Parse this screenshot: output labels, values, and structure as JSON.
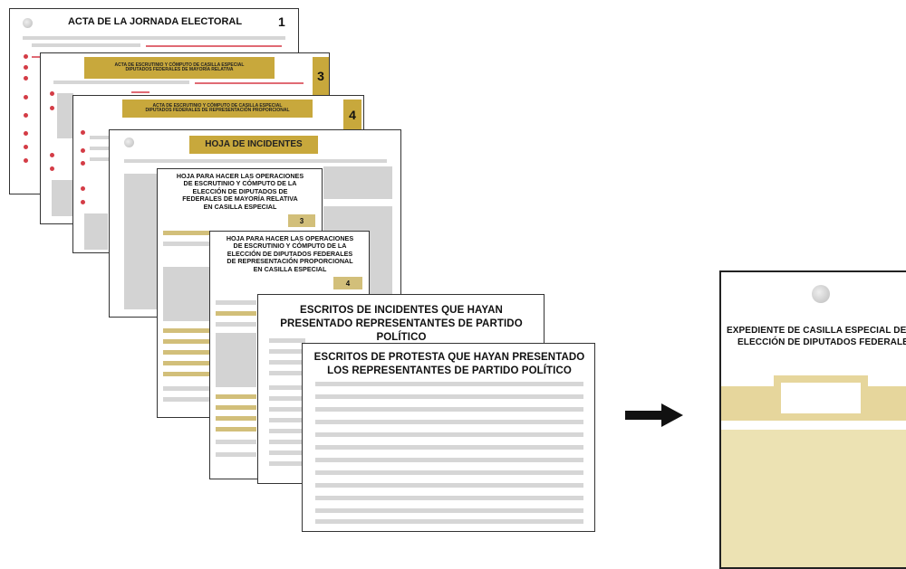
{
  "documents": {
    "acta_jornada": {
      "title": "ACTA DE LA JORNADA ELECTORAL",
      "number": "1"
    },
    "acta_mayoria": {
      "lines": [
        "ACTA DE ESCRUTINIO Y CÓMPUTO DE CASILLA ESPECIAL",
        "DIPUTADOS FEDERALES DE MAYORÍA RELATIVA"
      ],
      "number": "3"
    },
    "acta_rp": {
      "lines": [
        "ACTA DE ESCRUTINIO Y CÓMPUTO DE CASILLA ESPECIAL",
        "DIPUTADOS FEDERALES DE REPRESENTACIÓN PROPORCIONAL"
      ],
      "number": "4"
    },
    "hoja_incidentes": {
      "title": "HOJA DE INCIDENTES"
    },
    "hoja_ops_mr": {
      "lines": [
        "HOJA PARA HACER LAS OPERACIONES",
        "DE ESCRUTINIO Y CÓMPUTO DE LA",
        "ELECCIÓN DE DIPUTADOS DE",
        "FEDERALES DE MAYORÍA RELATIVA",
        "EN CASILLA ESPECIAL"
      ],
      "number": "3"
    },
    "hoja_ops_rp": {
      "lines": [
        "HOJA PARA HACER LAS OPERACIONES",
        "DE ESCRUTINIO Y CÓMPUTO DE LA",
        "ELECCIÓN DE DIPUTADOS FEDERALES",
        "DE REPRESENTACIÓN PROPORCIONAL",
        "EN CASILLA ESPECIAL"
      ],
      "number": "4"
    },
    "escritos_incidentes": {
      "lines": [
        "ESCRITOS DE INCIDENTES QUE HAYAN",
        "PRESENTADO REPRESENTANTES DE PARTIDO POLÍTICO"
      ]
    },
    "escritos_protesta": {
      "lines": [
        "ESCRITOS DE PROTESTA QUE HAYAN PRESENTADO",
        "LOS REPRESENTANTES DE PARTIDO POLÍTICO"
      ]
    }
  },
  "arrow": {
    "icon": "right-arrow-icon"
  },
  "expediente": {
    "lines": [
      "EXPEDIENTE DE CASILLA ESPECIAL DE LA",
      "ELECCIÓN DE DIPUTADOS FEDERALES"
    ]
  },
  "colors": {
    "gold": "#c8a83c",
    "light_gold": "#d2bf7a",
    "pale_gold": "#ece2b3",
    "red": "#d43c46",
    "gray": "#d3d3d3"
  }
}
